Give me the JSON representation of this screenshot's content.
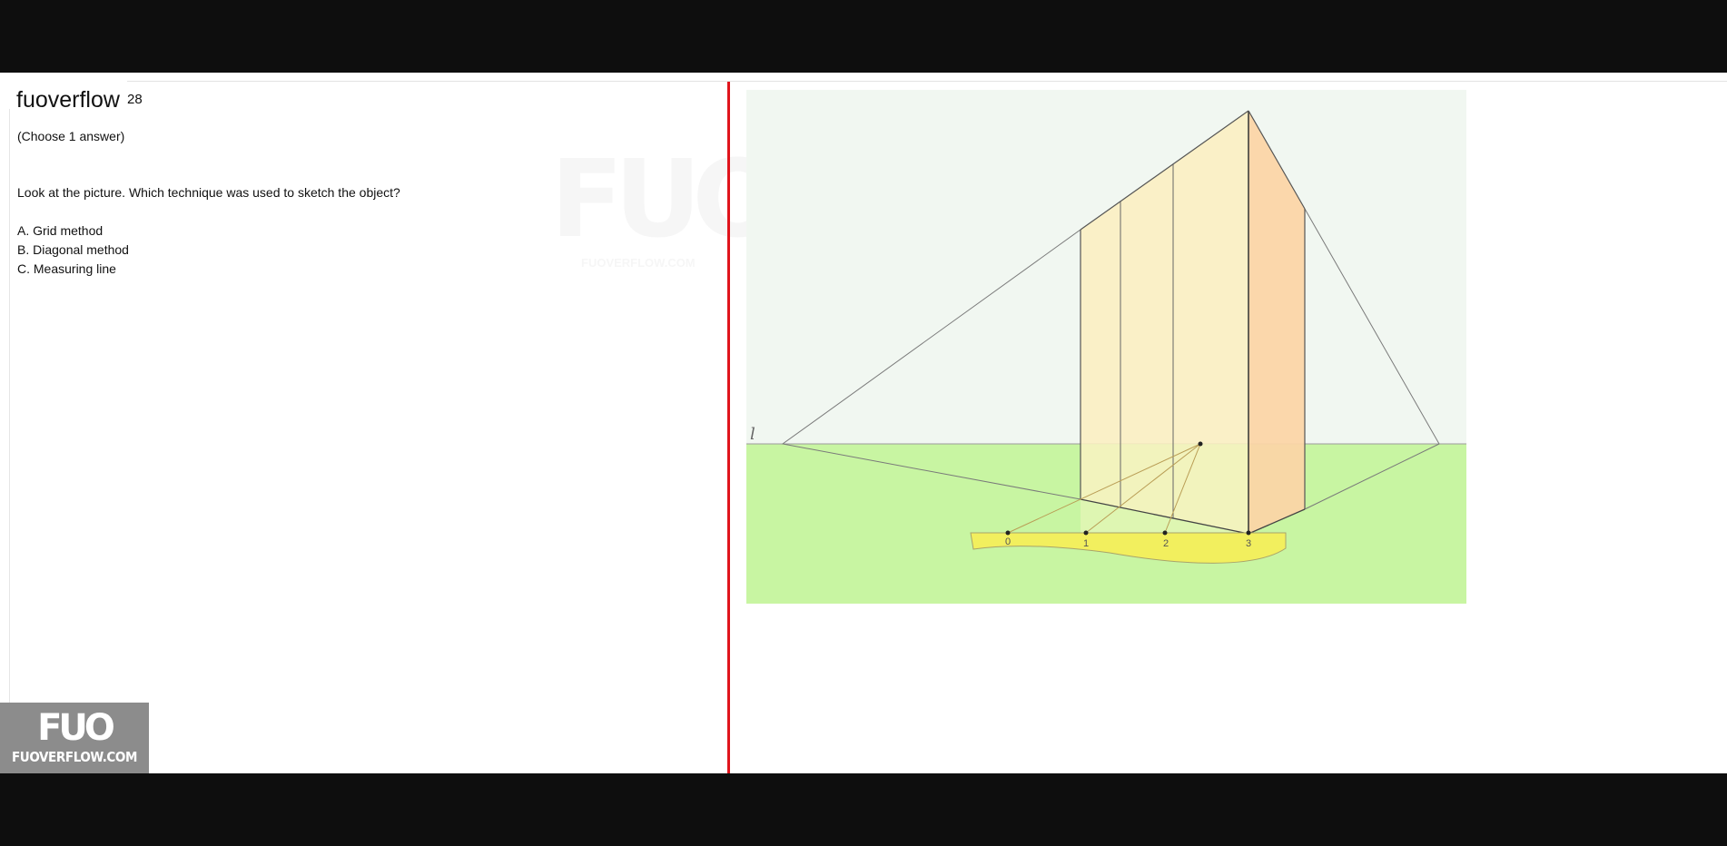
{
  "header": {
    "brand": "fuoverflow",
    "question_number_fragment": "28"
  },
  "question": {
    "instruction": "(Choose 1 answer)",
    "text": "Look at the picture. Which technique was used to sketch the object?",
    "options": [
      {
        "label": "A. Grid method"
      },
      {
        "label": "B. Diagonal method"
      },
      {
        "label": "C. Measuring line"
      }
    ]
  },
  "figure": {
    "line_label": "l",
    "ruler_ticks": [
      "0",
      "1",
      "2",
      "3"
    ],
    "colors": {
      "sky": "#f1f7f1",
      "ground": "#c8f5a2",
      "front_face": "#fbefc0",
      "side_face": "#fbd5a7",
      "ruler": "#f2ef5e",
      "divider": "#e0141c"
    }
  },
  "watermark": {
    "logo": "FUO",
    "site": "FUOVERFLOW.COM"
  }
}
